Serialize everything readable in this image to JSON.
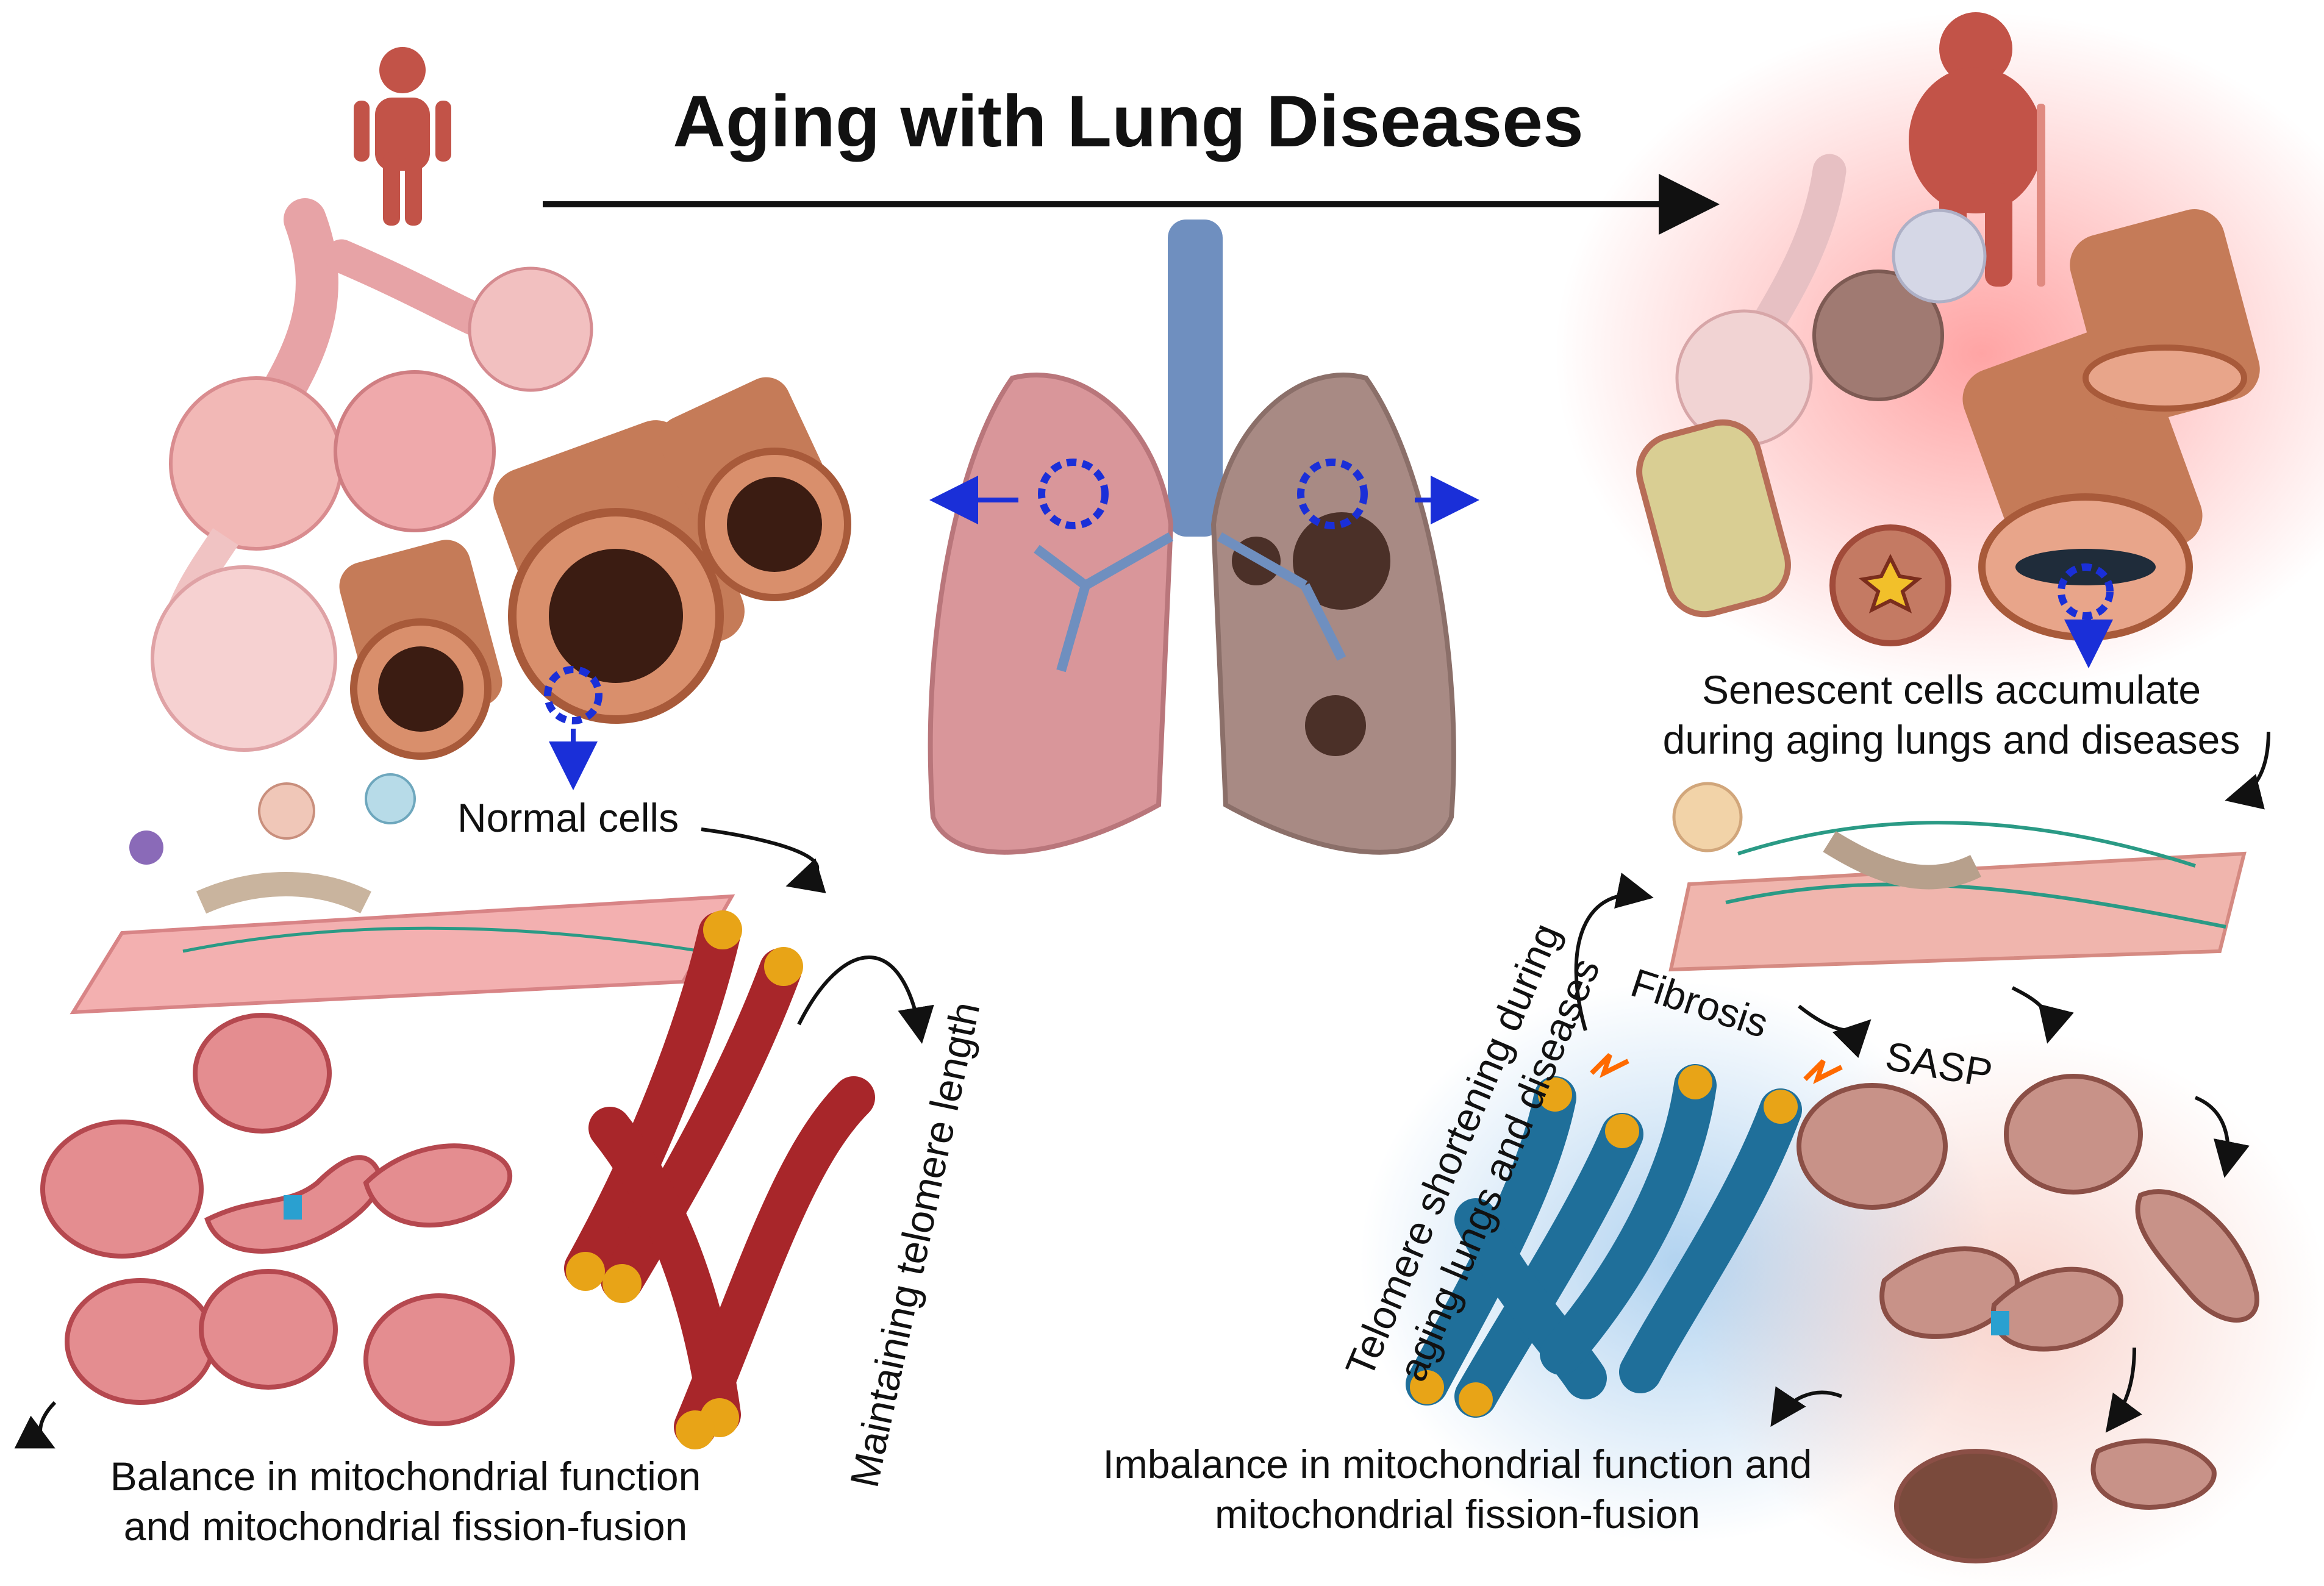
{
  "title": "Aging with Lung Diseases",
  "labels": {
    "normal_cells": "Normal cells",
    "maintaining_telomere": "Maintaining telomere length",
    "balance_line1": "Balance in mitochondrial function",
    "balance_line2": "and mitochondrial fission-fusion",
    "senescent_line1": "Senescent cells accumulate",
    "senescent_line2": "during aging lungs and diseases",
    "fibrosis": "Fibrosis",
    "sasp": "SASP",
    "telomere_short_line1": "Telomere shortening during",
    "telomere_short_line2": "aging lungs and diseases",
    "imbalance_line1": "Imbalance in mitochondrial function and",
    "imbalance_line2": "mitochondrial fission-fusion"
  },
  "colors": {
    "healthy_red": "#b8433f",
    "airway_brown": "#c97a55",
    "alveoli_pink": "#f2b8b6",
    "lung_pink": "#d9969a",
    "lung_diseased": "#a88a84",
    "chromosome_red": "#a8262a",
    "chromosome_blue": "#1f6f9a",
    "telomere_gold": "#e8a417",
    "arrow_blue": "#1a2fd8",
    "mito_pink": "#e48d90",
    "mito_tan": "#c89288",
    "glow_red": "#ff6b6b",
    "glow_blue": "#9cc6ea"
  },
  "icons": [
    "child-icon",
    "elderly-person-icon",
    "lungs-icon",
    "airway-icon",
    "alveoli-icon",
    "chromosome-icon",
    "mitochondria-icon",
    "fibroblast-icon"
  ]
}
